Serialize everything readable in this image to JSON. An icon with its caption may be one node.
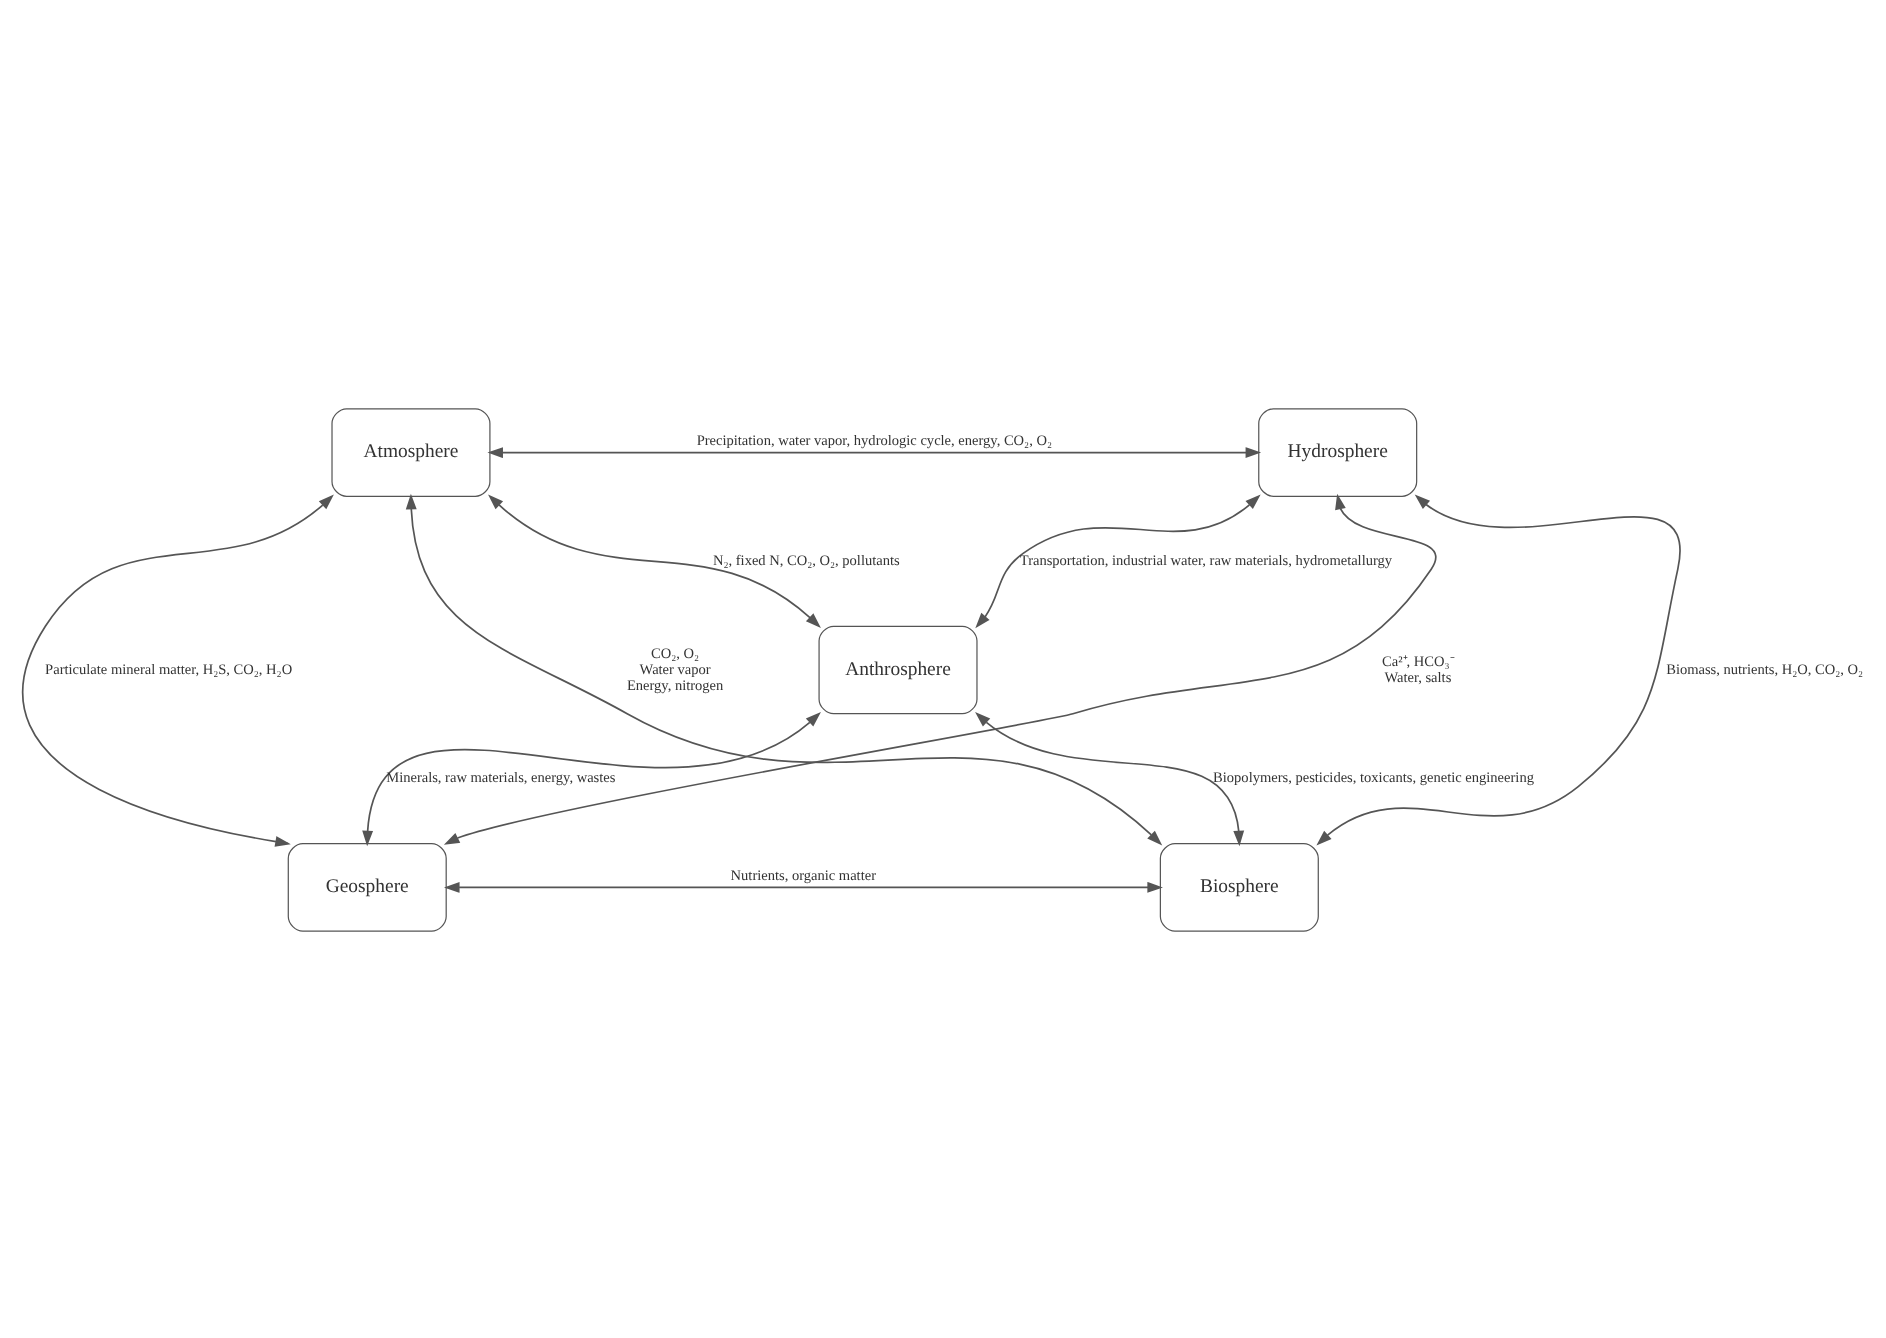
{
  "diagram": {
    "nodes": [
      {
        "text": [
          "Atmosphere"
        ]
      },
      {
        "text": [
          "Hydrosphere"
        ]
      },
      {
        "text": [
          "Anthrosphere"
        ]
      },
      {
        "text": [
          "Geosphere"
        ]
      },
      {
        "text": [
          "Biosphere"
        ]
      }
    ],
    "edges": [
      {
        "from": 0,
        "to": 1,
        "arrow": "both",
        "label": "Precipitation, water vapor, hydrologic cycle, energy, CO₂, O₂"
      },
      {
        "from": 0,
        "to": 2,
        "arrow": "both",
        "label": "N₂, fixed N, CO₂, O₂, pollutants"
      },
      {
        "from": 2,
        "to": 1,
        "arrow": "both",
        "label": "Transportation, industrial water, raw materials, hydrometallurgy"
      },
      {
        "from": 0,
        "to": 3,
        "arrow": "both",
        "label": "Particulate mineral matter, H₂S, CO₂, H₂O"
      },
      {
        "from": 0,
        "to": 4,
        "arrow": "both",
        "label": [
          "CO₂, O₂",
          "Water vapor",
          "Energy, nitrogen"
        ]
      },
      {
        "from": 1,
        "to": 3,
        "arrow": "both",
        "label": [
          "Ca²⁺, HCO₃⁻",
          "Water, salts"
        ]
      },
      {
        "from": 1,
        "to": 4,
        "arrow": "both",
        "label": "Biomass, nutrients, H₂O, CO₂, O₂"
      },
      {
        "from": 3,
        "to": 2,
        "arrow": "both",
        "label": "Minerals, raw materials, energy, wastes"
      },
      {
        "from": 2,
        "to": 4,
        "arrow": "both",
        "label": "Biopolymers, pesticides, toxicants, genetic engineering"
      },
      {
        "from": 3,
        "to": 4,
        "arrow": "both",
        "label": "Nutrients, organic matter"
      }
    ]
  }
}
